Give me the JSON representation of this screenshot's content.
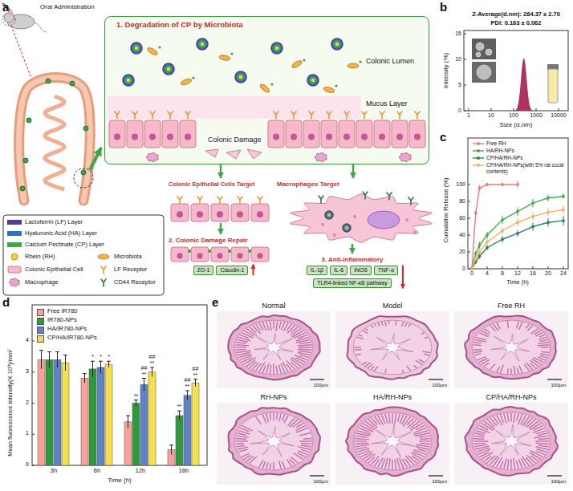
{
  "diagram": {
    "nodes": [
      {
        "text": [
          "1. Degradation of CP by Microbiota",
          "Colonic Lumen",
          "Mucus Layer",
          "Colonic Damage"
        ]
      },
      {
        "text": [
          "Colonic Epithelial Cells Target"
        ]
      },
      {
        "text": [
          "2. Colonic Damage Repair"
        ]
      },
      {
        "text": [
          "ZO-1"
        ],
        "in": 2
      },
      {
        "text": [
          "Claudin-1"
        ],
        "in": 2
      },
      {
        "text": [
          "Macrophages Target"
        ]
      },
      {
        "text": [
          "3. Anti-inflammatory"
        ]
      },
      {
        "text": [
          "IL-1β"
        ],
        "in": 6
      },
      {
        "text": [
          "IL-6"
        ],
        "in": 6
      },
      {
        "text": [
          "iNOS"
        ],
        "in": 6
      },
      {
        "text": [
          "TNF-α"
        ],
        "in": 6
      },
      {
        "text": [
          "TLR4-linked NF-κB pathway"
        ],
        "in": 6
      },
      {
        "text": [
          "Normal",
          "100μm"
        ]
      },
      {
        "text": [
          "Model",
          "100μm"
        ]
      },
      {
        "text": [
          "Free RH",
          "100μm"
        ]
      },
      {
        "text": [
          "RH-NPs",
          "100μm"
        ]
      },
      {
        "text": [
          "HA/RH-NPs",
          "100μm"
        ]
      },
      {
        "text": [
          "CP/HA/RH-NPs",
          "100μm"
        ]
      }
    ],
    "edges": [
      {
        "from": 0,
        "to": 1,
        "arrow": "to"
      },
      {
        "from": 1,
        "to": 2,
        "arrow": "to"
      },
      {
        "from": 0,
        "to": 5,
        "arrow": "to"
      },
      {
        "from": 5,
        "to": 6,
        "arrow": "to"
      }
    ],
    "labels": [
      "a",
      "b",
      "c",
      "d",
      "e",
      "Oral Administration",
      "Z-Average(d.nm): 284.37 ± 2.70",
      "PDI: 0.163 ± 0.062",
      "Intensity (%)",
      "Size (d.nm)",
      "0",
      "5",
      "10",
      "15",
      "1",
      "10",
      "100",
      "1000",
      "10000",
      "Cumulative Release (%)",
      "Time (h)",
      "0",
      "20",
      "40",
      "60",
      "80",
      "100",
      "0",
      "4",
      "8",
      "12",
      "16",
      "20",
      "24",
      "Mean fluorescence intensity(X 10⁹)/mm²",
      "Time (h)",
      "0",
      "1",
      "2",
      "3",
      "4",
      "3h",
      "6h",
      "12h",
      "16h",
      "*",
      "*",
      "*",
      "**",
      "##",
      "**",
      "##",
      "**",
      "**",
      "##",
      "**",
      "##",
      "**"
    ],
    "legend": [
      {
        "text": "Lactoferrin (LF) Layer",
        "color": "#5b3a8e"
      },
      {
        "text": "Hyaluronic Acid (HA) Layer",
        "color": "#2f6fc0"
      },
      {
        "text": "Calcium Pectinate (CP) Layer",
        "color": "#3aa845"
      },
      {
        "text": "Rhein (RH)"
      },
      {
        "text": "Microbiota"
      },
      {
        "text": "Colonic Epithelial Cell"
      },
      {
        "text": "LF Receptor"
      },
      {
        "text": "Macrophage"
      },
      {
        "text": "CD44 Receptor"
      },
      {
        "text": "Free RH"
      },
      {
        "text": "HA/RH-NPs"
      },
      {
        "text": "CP/HA/RH-NPs"
      },
      {
        "text": "CP/HA/RH-NPs(with 5% rat cccal contents)"
      },
      {
        "text": "Free IR780",
        "color": "#f4a29a"
      },
      {
        "text": "IR780-NPs",
        "color": "#2e9a3c"
      },
      {
        "text": "HA/IR780-NPs",
        "color": "#6083c8"
      },
      {
        "text": "CP/HA/IR780-NPs",
        "color": "#f3e04e"
      }
    ]
  }
}
